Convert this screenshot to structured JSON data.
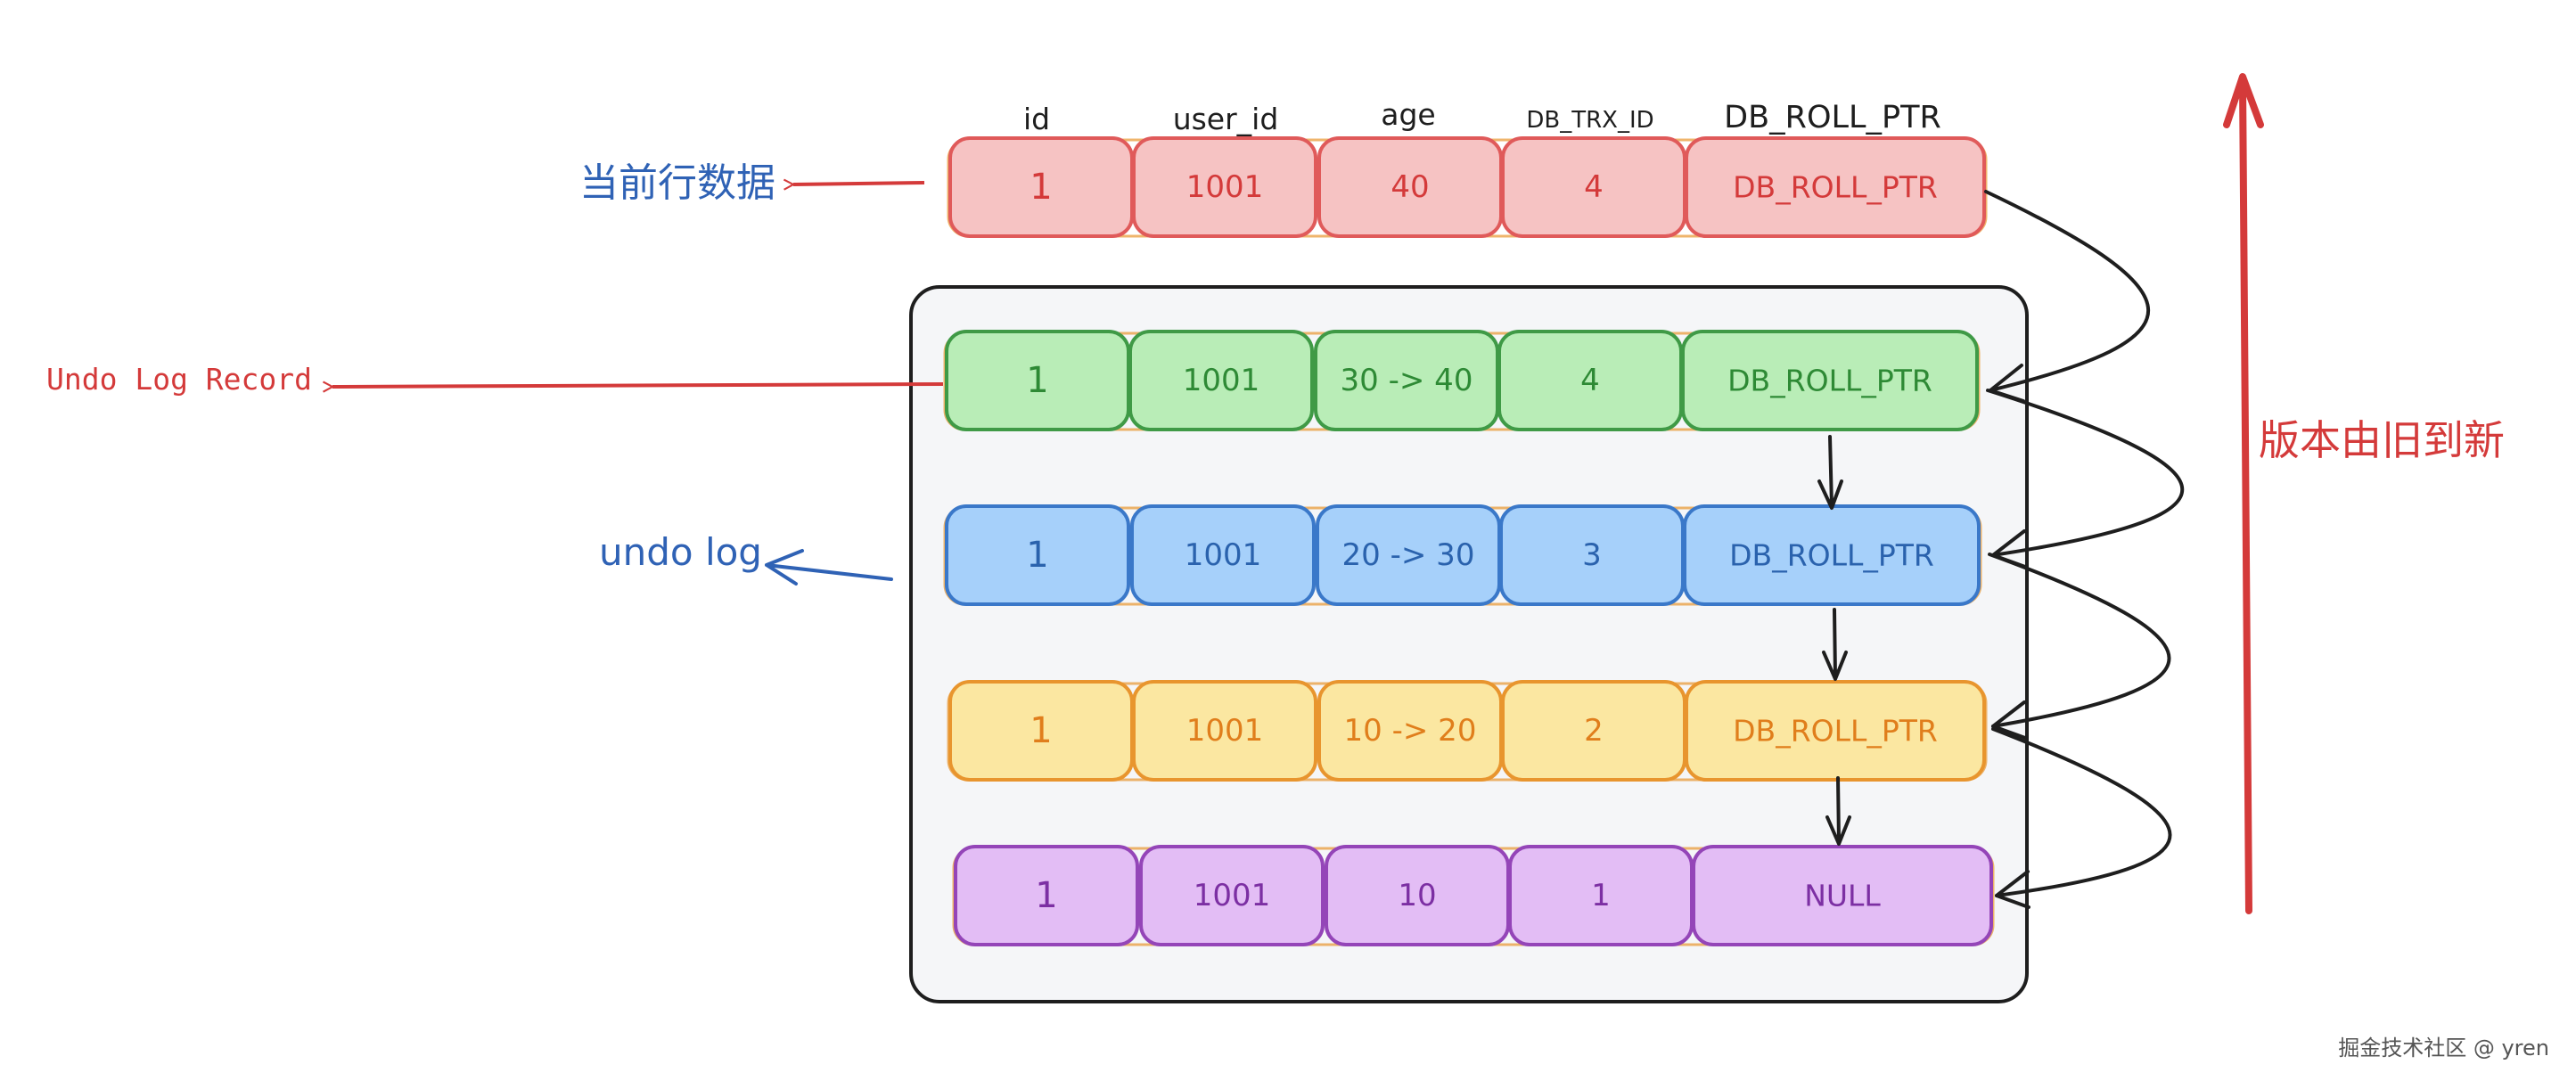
{
  "headers": [
    "id",
    "user_id",
    "age",
    "DB_TRX_ID",
    "DB_ROLL_PTR"
  ],
  "labels": {
    "current_row": "当前行数据",
    "undo_record": "Undo Log Record",
    "undo_log": "undo log",
    "version_order": "版本由旧到新",
    "watermark": "掘金技术社区 @ yren"
  },
  "rows": [
    {
      "name": "current-row",
      "cells": [
        "1",
        "1001",
        "40",
        "4",
        "DB_ROLL_PTR"
      ],
      "fill": "#f6c3c3",
      "stroke": "#e05a5a",
      "text": "#d43a3a"
    },
    {
      "name": "undo-record-1",
      "cells": [
        "1",
        "1001",
        "30 -> 40",
        "4",
        "DB_ROLL_PTR"
      ],
      "fill": "#b9edb7",
      "stroke": "#3f9a46",
      "text": "#2e8a35"
    },
    {
      "name": "undo-record-2",
      "cells": [
        "1",
        "1001",
        "20 -> 30",
        "3",
        "DB_ROLL_PTR"
      ],
      "fill": "#a6d0fa",
      "stroke": "#3a78c9",
      "text": "#2a62ad"
    },
    {
      "name": "undo-record-3",
      "cells": [
        "1",
        "1001",
        "10 -> 20",
        "2",
        "DB_ROLL_PTR"
      ],
      "fill": "#fbe7a1",
      "stroke": "#e8952e",
      "text": "#e07e1c"
    },
    {
      "name": "undo-record-4",
      "cells": [
        "1",
        "1001",
        "10",
        "1",
        "NULL"
      ],
      "fill": "#e3bdf5",
      "stroke": "#9445b8",
      "text": "#7c2fa3"
    }
  ],
  "colors": {
    "red_accent": "#d43a3a",
    "blue_accent": "#2f62b5",
    "panel_fill": "#f5f6f8",
    "panel_stroke": "#1e1e1e",
    "connector": "#1e1e1e"
  }
}
